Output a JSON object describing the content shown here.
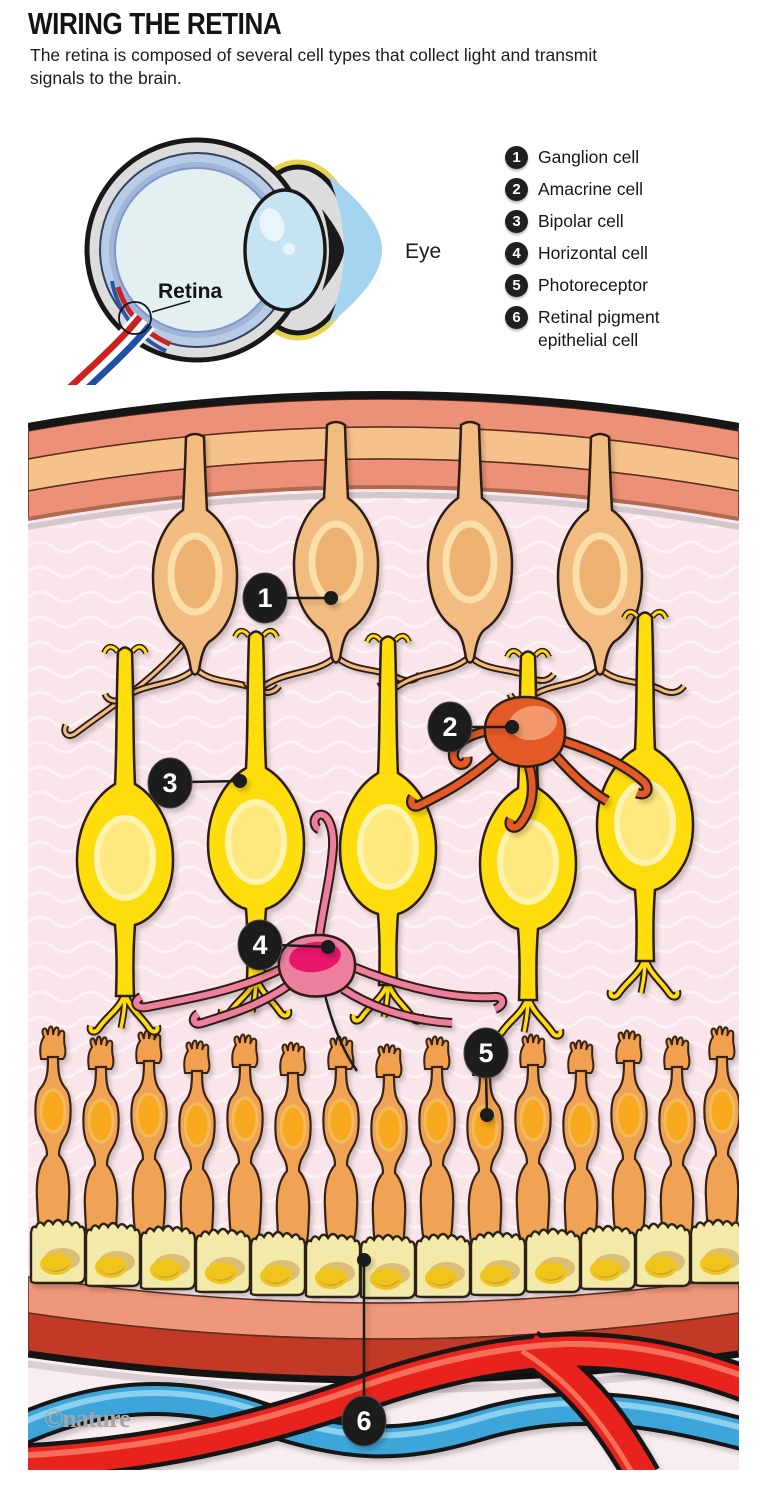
{
  "header": {
    "title": "WIRING THE RETINA",
    "subtitle": "The retina is composed of several cell types that collect light and transmit signals to the brain."
  },
  "eye_diagram": {
    "retina_label": "Retina",
    "eye_label": "Eye"
  },
  "legend": {
    "items": [
      {
        "num": "1",
        "label": "Ganglion cell"
      },
      {
        "num": "2",
        "label": "Amacrine cell"
      },
      {
        "num": "3",
        "label": "Bipolar cell"
      },
      {
        "num": "4",
        "label": "Horizontal cell"
      },
      {
        "num": "5",
        "label": "Photoreceptor"
      },
      {
        "num": "6",
        "label": "Retinal pigment epithelial cell"
      }
    ]
  },
  "illustration": {
    "callouts": [
      {
        "num": "1"
      },
      {
        "num": "2"
      },
      {
        "num": "3"
      },
      {
        "num": "4"
      },
      {
        "num": "5"
      },
      {
        "num": "6"
      }
    ]
  },
  "watermark": "©nature",
  "colors": {
    "background_pink": "#fae6ea",
    "nerve_band_salmon": "#ec9077",
    "nerve_band_peach": "#f5c28b",
    "ganglion_cell": "#f2bc80",
    "bipolar_cell": "#ffdd0f",
    "amacrine_cell": "#e45a28",
    "horizontal_cell": "#ed7e9e",
    "horizontal_nucleus": "#e9196e",
    "photoreceptor": "#f1a355",
    "epithelial_cell": "#f3e9a8",
    "epithelial_band_red": "#c23a26",
    "artery_red": "#e8221c",
    "vein_blue": "#3ea5da",
    "callout_black": "#1f1f1f"
  }
}
